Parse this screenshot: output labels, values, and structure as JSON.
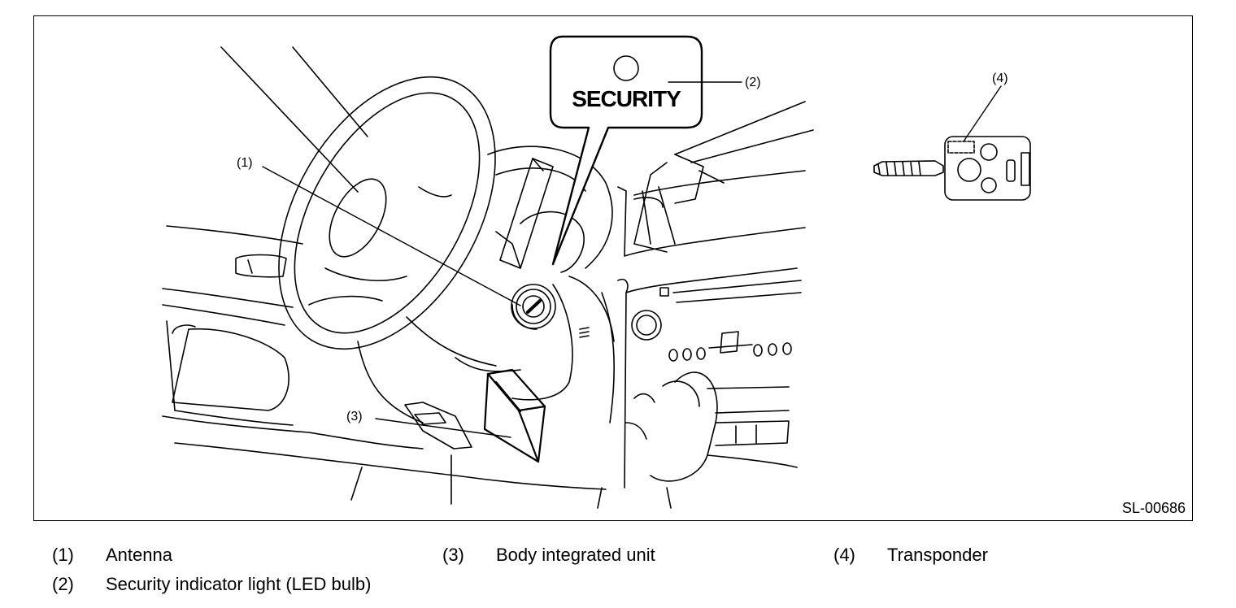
{
  "figure": {
    "code": "SL-00686",
    "callouts": [
      {
        "id": "1",
        "label": "(1)"
      },
      {
        "id": "2",
        "label": "(2)"
      },
      {
        "id": "3",
        "label": "(3)"
      },
      {
        "id": "4",
        "label": "(4)"
      }
    ],
    "indicator_text": "SECURITY"
  },
  "legend": [
    {
      "num": "(1)",
      "text": "Antenna"
    },
    {
      "num": "(2)",
      "text": "Security indicator light (LED bulb)"
    },
    {
      "num": "(3)",
      "text": "Body integrated unit"
    },
    {
      "num": "(4)",
      "text": "Transponder"
    }
  ]
}
